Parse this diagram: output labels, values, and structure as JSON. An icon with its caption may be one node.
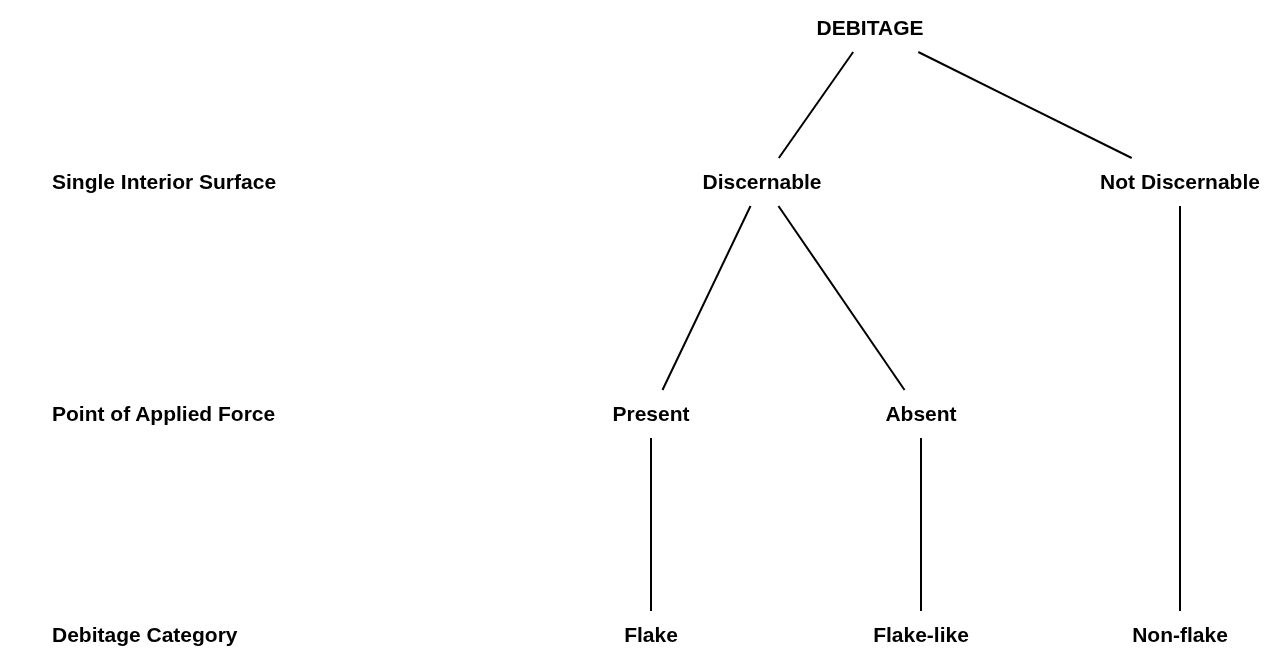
{
  "diagram": {
    "nodes": [
      {
        "text": [
          "DEBITAGE"
        ]
      },
      {
        "text": [
          "Discernable"
        ]
      },
      {
        "text": [
          "Not Discernable"
        ]
      },
      {
        "text": [
          "Present"
        ]
      },
      {
        "text": [
          "Absent"
        ]
      },
      {
        "text": [
          "Flake"
        ]
      },
      {
        "text": [
          "Flake-like"
        ]
      },
      {
        "text": [
          "Non-flake"
        ]
      }
    ],
    "edges": [
      {
        "from": 0,
        "to": 1,
        "arrow": "none"
      },
      {
        "from": 0,
        "to": 2,
        "arrow": "none"
      },
      {
        "from": 1,
        "to": 3,
        "arrow": "none"
      },
      {
        "from": 1,
        "to": 4,
        "arrow": "none"
      },
      {
        "from": 2,
        "to": 7,
        "arrow": "none"
      },
      {
        "from": 3,
        "to": 5,
        "arrow": "none"
      },
      {
        "from": 4,
        "to": 6,
        "arrow": "none"
      }
    ],
    "labels": [
      "Single Interior Surface",
      "Point of Applied Force",
      "Debitage Category"
    ]
  }
}
